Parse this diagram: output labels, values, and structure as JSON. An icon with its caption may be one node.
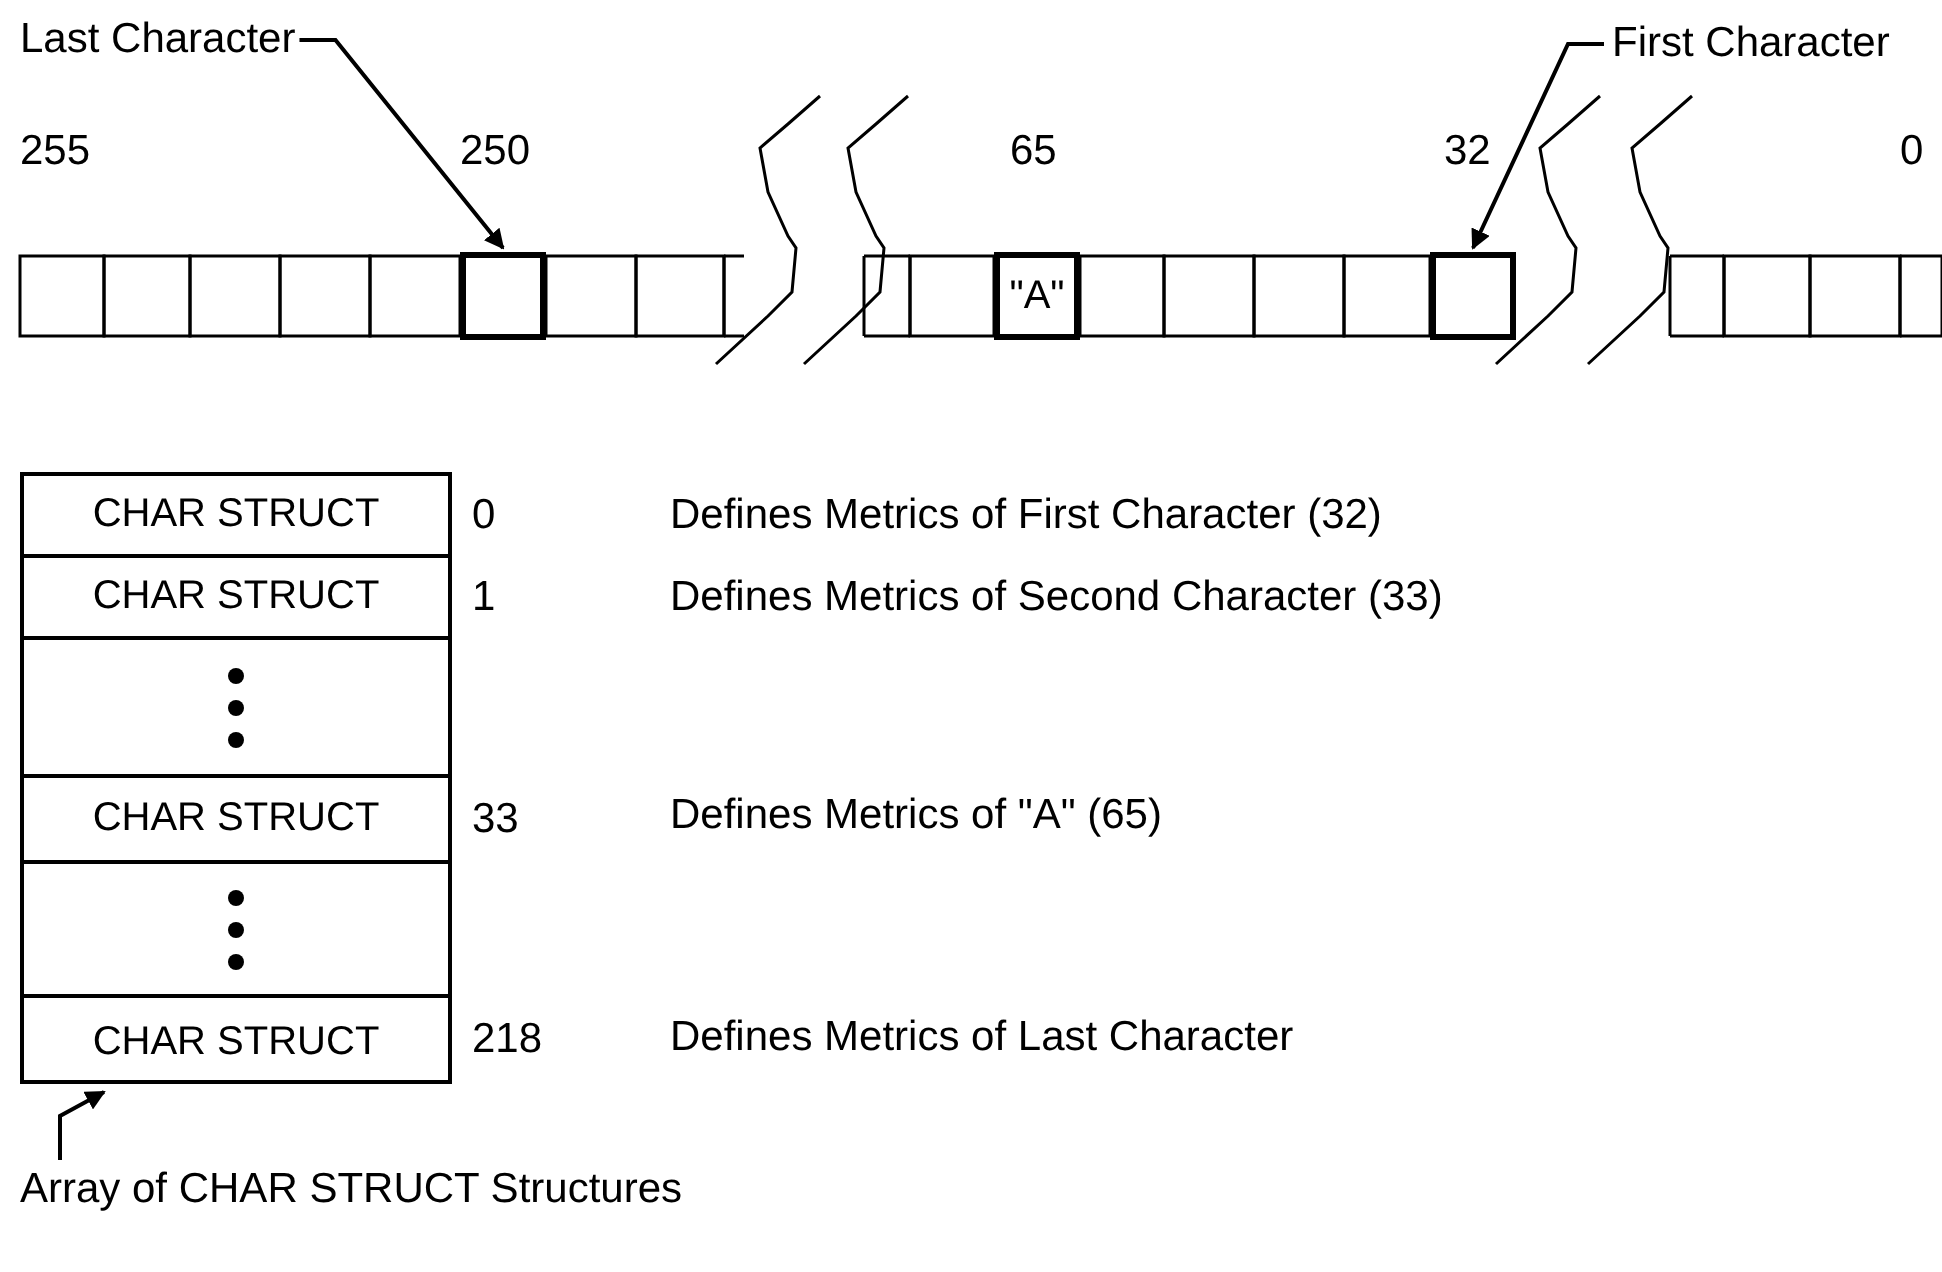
{
  "diagram": {
    "nodes": [
      {
        "text": [
          "Last Character"
        ]
      },
      {
        "text": [
          "First Character"
        ]
      },
      {
        "text": [],
        "shape": "box"
      },
      {
        "text": [
          "\"A\""
        ]
      },
      {
        "text": [],
        "shape": "box"
      },
      {
        "text": [],
        "shape": "box"
      },
      {
        "text": [
          "CHAR STRUCT"
        ],
        "in": 5,
        "beside": [
          "0"
        ]
      },
      {
        "text": [
          "CHAR STRUCT"
        ],
        "in": 5,
        "beside": [
          "1"
        ]
      },
      {
        "text": [],
        "shape": "box",
        "in": 5
      },
      {
        "text": [
          "CHAR STRUCT"
        ],
        "in": 5,
        "beside": [
          "33"
        ]
      },
      {
        "text": [],
        "shape": "box",
        "in": 5
      },
      {
        "text": [
          "CHAR STRUCT"
        ],
        "in": 5
      },
      {
        "text": [
          "Array of CHAR STRUCT Structures"
        ]
      }
    ],
    "edges": [
      {
        "from": 0,
        "to": 2,
        "arrow": "to"
      },
      {
        "from": 1,
        "to": 4,
        "arrow": "to"
      },
      {
        "from": 12,
        "to": 5,
        "arrow": "to"
      }
    ],
    "labels": [
      "255",
      "250",
      "65",
      "32",
      "0",
      "Defines Metrics of First Character (32)",
      "Defines Metrics of Second Character (33)",
      "Defines Metrics of \"A\" (65)",
      "218",
      "Defines Metrics of Last Character"
    ]
  }
}
